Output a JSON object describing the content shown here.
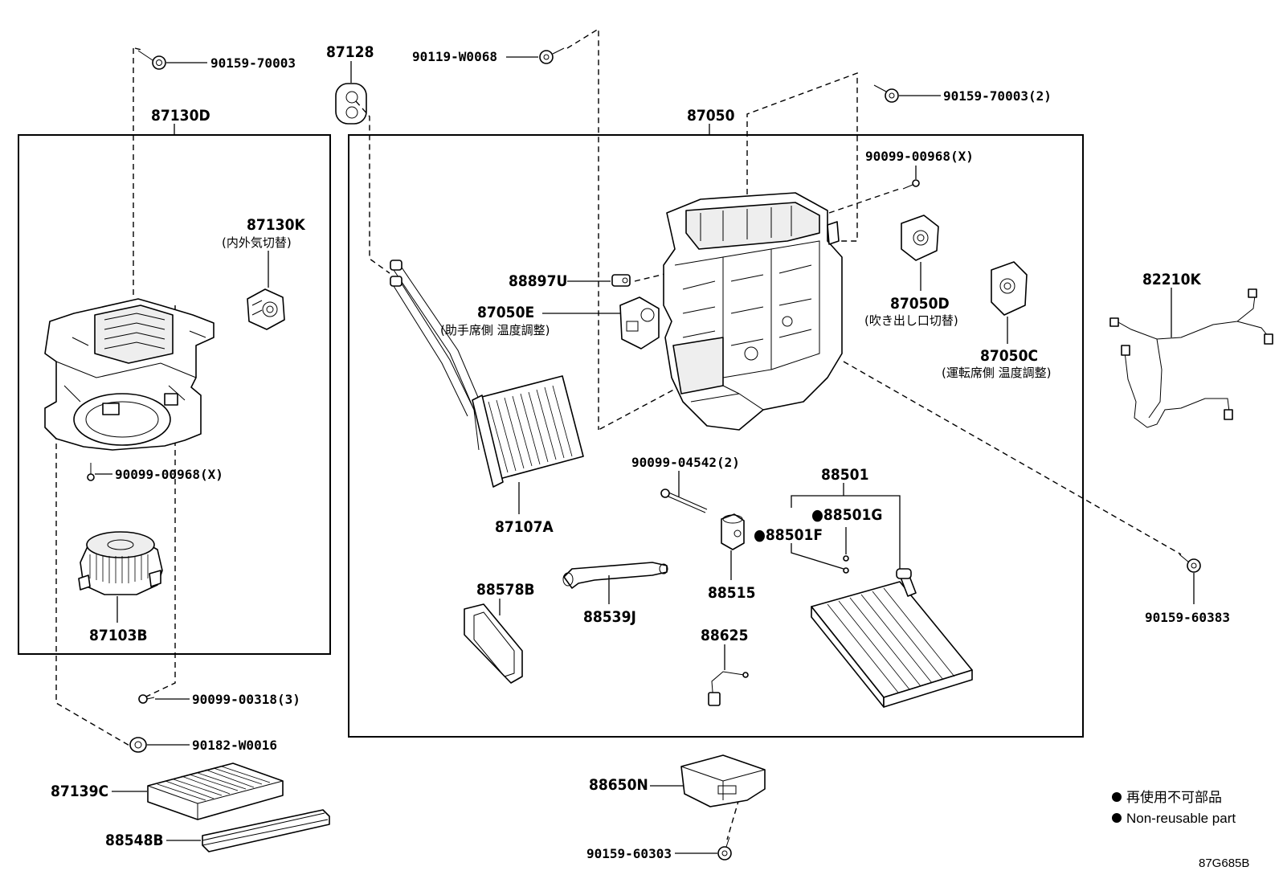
{
  "diagram_code": "87G685B",
  "legend": {
    "jp": "再使用不可部品",
    "en": "Non-reusable part"
  },
  "left_group": {
    "title": "87130D",
    "labels": {
      "p90159_70003_top": "90159-70003",
      "p87130K": "87130K",
      "p87130K_note": "(内外気切替)",
      "p90099_00968": "90099-00968(X)",
      "p87103B": "87103B"
    }
  },
  "right_group": {
    "title": "87050",
    "labels": {
      "p90099_00968_r": "90099-00968(X)",
      "p88897U": "88897U",
      "p87050E": "87050E",
      "p87050E_note": "(助手席側 温度調整)",
      "p87050D": "87050D",
      "p87050D_note": "(吹き出し口切替)",
      "p87050C": "87050C",
      "p87050C_note": "(運転席側 温度調整)",
      "p87107A": "87107A",
      "p90099_04542": "90099-04542(2)",
      "p88501": "88501",
      "p88501G": "●88501G",
      "p88501F": "●88501F",
      "p88515": "88515",
      "p88578B": "88578B",
      "p88539J": "88539J",
      "p88625": "88625"
    }
  },
  "outer_labels": {
    "p87128": "87128",
    "p90119_W0068": "90119-W0068",
    "p90159_70003_2": "90159-70003(2)",
    "p82210K": "82210K",
    "p90159_60383": "90159-60383",
    "p90099_00318": "90099-00318(3)",
    "p90182_W0016": "90182-W0016",
    "p87139C": "87139C",
    "p88548B": "88548B",
    "p88650N": "88650N",
    "p90159_60303": "90159-60303"
  }
}
